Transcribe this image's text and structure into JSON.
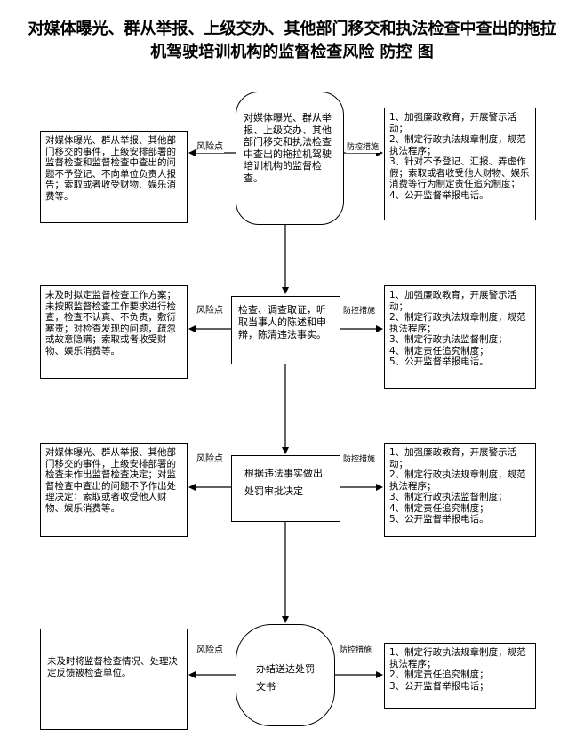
{
  "title": {
    "line1": "对媒体曝光、群从举报、上级交办、其他部门移交和执法检查中查出的拖拉",
    "line2": "机驾驶培训机构的监督检查风险 防控 图"
  },
  "labels": {
    "risk": "风险点",
    "control": "防控措施"
  },
  "rows": [
    {
      "center": "对媒体曝光、群从举报、上级交办、其他部门移交和执法检查中查出的拖拉机驾驶培训机构的监督检查。",
      "risk": "对媒体曝光、群从举报、其他部门移交的事件，上级安排部署的监督检查和监督检查中查出的问题不予登记、不向单位负责人报告；索取或者收受财物、娱乐消费等。",
      "control": "1、加强廉政教育，开展警示活动；\n2、制定行政执法规章制度，规范执法程序；\n3、针对不予登记、汇报、弄虚作假；索取或者收受他人财物、娱乐消费等行为制定责任追究制度；\n4、公开监督举报电话。"
    },
    {
      "center": "检查、调查取证，听取当事人的陈述和申辩，陈清违法事实。",
      "risk": "未及时拟定监督检查工作方案；未按照监督检查工作要求进行检查，检查不认真、不负责，敷衍塞责；对检查发现的问题，疏忽或故意隐瞒；索取或者收受财物、娱乐消费等。",
      "control": "1、加强廉政教育，开展警示活动；\n2、制定行政执法规章制度，规范执法程序；\n3、制定行政执法监督制度；\n4、制定责任追究制度；\n5、公开监督举报电话。"
    },
    {
      "center": "根据违法事实做出处罚审批决定",
      "risk": "对媒体曝光、群从举报、其他部门移交的事件，上级安排部署的检查未作出监督检查决定；对监督检查中查出的问题不予作出处理决定；索取或者收受他人财物、娱乐消费等。",
      "control": "1、加强廉政教育，开展警示活动；\n2、制定行政执法规章制度，规范执法程序；\n3、制定行政执法监督制度；\n4、制定责任追究制度；\n5、公开监督举报电话。"
    },
    {
      "center": "办结送达处罚文书",
      "risk": "未及时将监督检查情况、处理决定反馈被检查单位。",
      "control": "1、制定行政执法规章制度，规范执法程序；\n2、制定责任追究制度；\n3、公开监督举报电话；"
    }
  ]
}
